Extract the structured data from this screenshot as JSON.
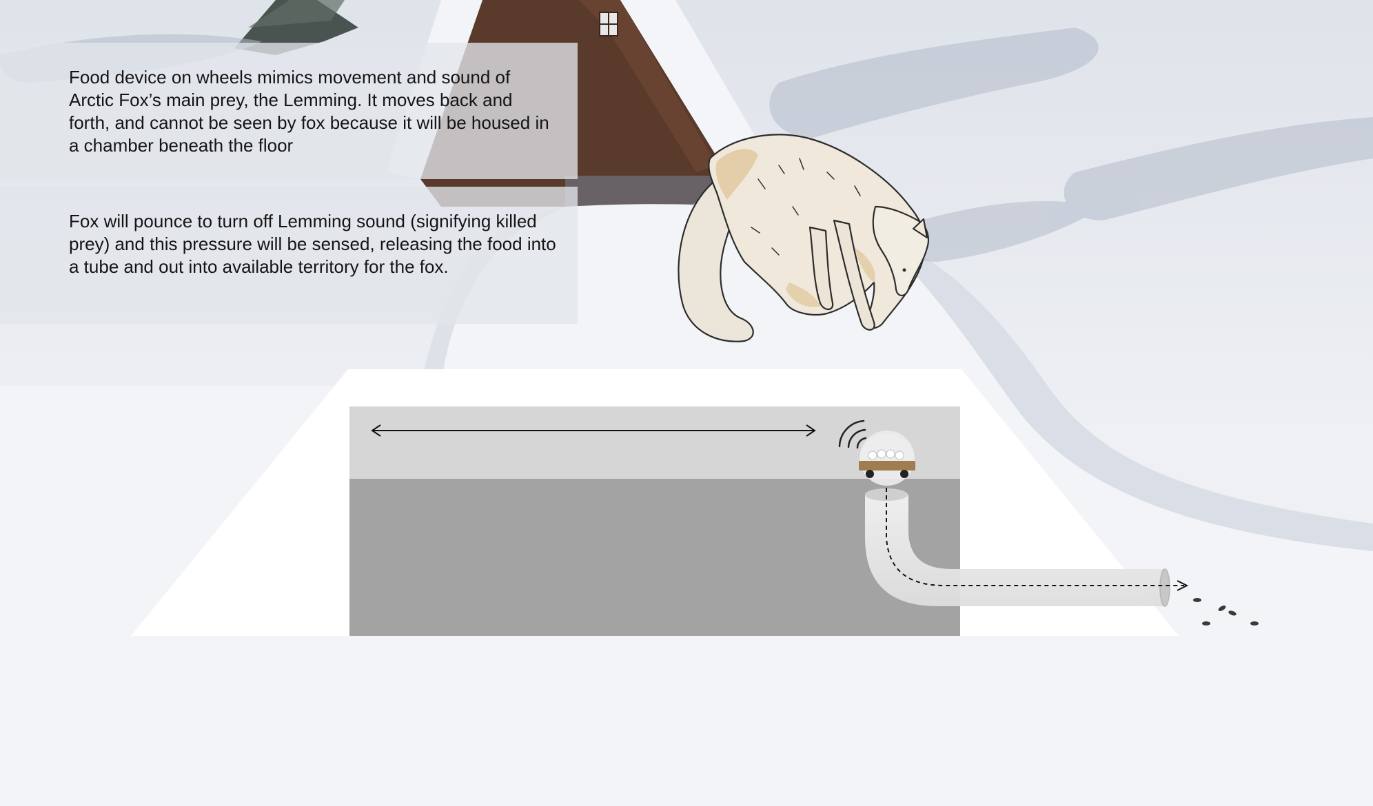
{
  "captions": {
    "device_description": "Food device on wheels mimics movement and sound of Arctic Fox’s main prey, the Lemming. It moves back and forth, and cannot be seen by fox because it will be housed in a chamber beneath the floor",
    "pounce_description": "Fox will pounce to turn off Lemming sound (signifying killed prey) and this pressure will be sensed, releasing the food into a tube and out into available territory for the fox."
  },
  "colors": {
    "snow_background": "#e9ecf1",
    "snow_shadow": "#b4bccb",
    "cabin_wood": "#5a3a2b",
    "enclosure_outline": "#ffffff",
    "chamber_upper": "#d6d6d6",
    "chamber_lower": "#a3a3a3",
    "tube": "#ececec",
    "device_base": "#a07d50",
    "arrow": "#111111",
    "food_pellet": "#3a3a3a"
  },
  "icons": {
    "movement_arrow": "double-headed-arrow",
    "sound": "sound-waves-icon",
    "device": "lemming-food-device",
    "fox": "arctic-fox-illustration",
    "food_path": "dashed-path-arrow"
  }
}
